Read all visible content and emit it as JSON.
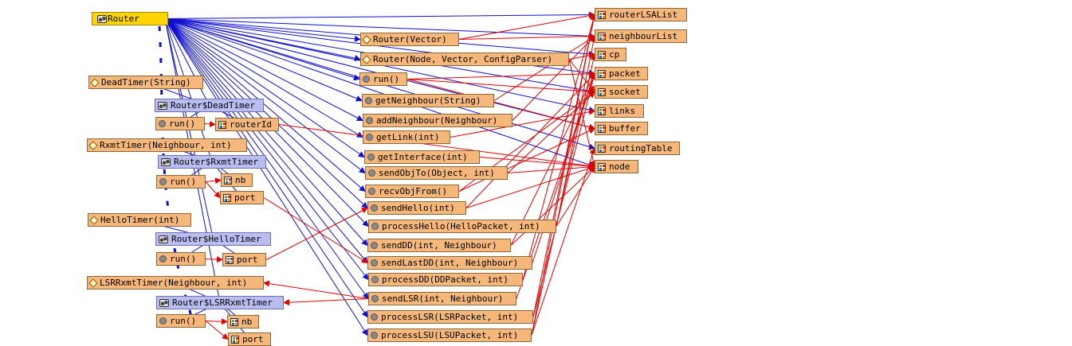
{
  "diagram": {
    "nodes": [
      {
        "id": "router",
        "kind": "class",
        "label": "Router",
        "style": "root"
      },
      {
        "id": "f_routerLSAList",
        "kind": "field",
        "label": "routerLSAList"
      },
      {
        "id": "f_neighbourList",
        "kind": "field",
        "label": "neighbourList"
      },
      {
        "id": "f_cp",
        "kind": "field",
        "label": "cp"
      },
      {
        "id": "f_packet",
        "kind": "field",
        "label": "packet"
      },
      {
        "id": "f_socket",
        "kind": "field",
        "label": "socket"
      },
      {
        "id": "f_links",
        "kind": "field",
        "label": "links"
      },
      {
        "id": "f_buffer",
        "kind": "field",
        "label": "buffer"
      },
      {
        "id": "f_routingTable",
        "kind": "field",
        "label": "routingTable"
      },
      {
        "id": "f_node",
        "kind": "field",
        "label": "node"
      },
      {
        "id": "c_router_vector",
        "kind": "ctor",
        "label": "Router(Vector)"
      },
      {
        "id": "c_router_full",
        "kind": "ctor",
        "label": "Router(Node, Vector, ConfigParser)"
      },
      {
        "id": "m_run",
        "kind": "method",
        "label": "run()"
      },
      {
        "id": "m_getNeighbour",
        "kind": "method",
        "label": "getNeighbour(String)"
      },
      {
        "id": "m_addNeighbour",
        "kind": "method",
        "label": "addNeighbour(Neighbour)"
      },
      {
        "id": "m_getLink",
        "kind": "method",
        "label": "getLink(int)"
      },
      {
        "id": "m_getInterface",
        "kind": "method",
        "label": "getInterface(int)"
      },
      {
        "id": "m_sendObjTo",
        "kind": "method",
        "label": "sendObjTo(Object, int)"
      },
      {
        "id": "m_recvObjFrom",
        "kind": "method",
        "label": "recvObjFrom()"
      },
      {
        "id": "m_sendHello",
        "kind": "method",
        "label": "sendHello(int)"
      },
      {
        "id": "m_processHello",
        "kind": "method",
        "label": "processHello(HelloPacket, int)"
      },
      {
        "id": "m_sendDD",
        "kind": "method",
        "label": "sendDD(int, Neighbour)"
      },
      {
        "id": "m_sendLastDD",
        "kind": "method",
        "label": "sendLastDD(int, Neighbour)"
      },
      {
        "id": "m_processDD",
        "kind": "method",
        "label": "processDD(DDPacket, int)"
      },
      {
        "id": "m_sendLSR",
        "kind": "method",
        "label": "sendLSR(int, Neighbour)"
      },
      {
        "id": "m_processLSR",
        "kind": "method",
        "label": "processLSR(LSRPacket, int)"
      },
      {
        "id": "m_processLSU",
        "kind": "method",
        "label": "processLSU(LSUPacket, int)"
      },
      {
        "id": "c_deadTimer",
        "kind": "ctor",
        "label": "DeadTimer(String)"
      },
      {
        "id": "ic_deadTimer",
        "kind": "class",
        "label": "Router$DeadTimer",
        "style": "inner"
      },
      {
        "id": "dt_run",
        "kind": "method",
        "label": "run()"
      },
      {
        "id": "dt_routerId",
        "kind": "field",
        "label": "routerId"
      },
      {
        "id": "c_rxmtTimer",
        "kind": "ctor",
        "label": "RxmtTimer(Neighbour, int)"
      },
      {
        "id": "ic_rxmtTimer",
        "kind": "class",
        "label": "Router$RxmtTimer",
        "style": "inner"
      },
      {
        "id": "rt_run",
        "kind": "method",
        "label": "run()"
      },
      {
        "id": "rt_nb",
        "kind": "field",
        "label": "nb"
      },
      {
        "id": "rt_port",
        "kind": "field",
        "label": "port"
      },
      {
        "id": "c_helloTimer",
        "kind": "ctor",
        "label": "HelloTimer(int)"
      },
      {
        "id": "ic_helloTimer",
        "kind": "class",
        "label": "Router$HelloTimer",
        "style": "inner"
      },
      {
        "id": "ht_run",
        "kind": "method",
        "label": "run()"
      },
      {
        "id": "ht_port",
        "kind": "field",
        "label": "port"
      },
      {
        "id": "c_lsrRxmtTimer",
        "kind": "ctor",
        "label": "LSRRxmtTimer(Neighbour, int)"
      },
      {
        "id": "ic_lsrRxmtTimer",
        "kind": "class",
        "label": "Router$LSRRxmtTimer",
        "style": "inner"
      },
      {
        "id": "lt_run",
        "kind": "method",
        "label": "run()"
      },
      {
        "id": "lt_nb",
        "kind": "field",
        "label": "nb"
      },
      {
        "id": "lt_port",
        "kind": "field",
        "label": "port"
      }
    ],
    "edges": {
      "colors": {
        "containment": "#1010d0",
        "reference": "#e00000"
      },
      "containment": [
        [
          "router",
          "f_routerLSAList"
        ],
        [
          "router",
          "f_neighbourList"
        ],
        [
          "router",
          "f_cp"
        ],
        [
          "router",
          "f_packet"
        ],
        [
          "router",
          "f_socket"
        ],
        [
          "router",
          "f_links"
        ],
        [
          "router",
          "f_buffer"
        ],
        [
          "router",
          "f_routingTable"
        ],
        [
          "router",
          "f_node"
        ],
        [
          "router",
          "c_router_vector"
        ],
        [
          "router",
          "c_router_full"
        ],
        [
          "router",
          "m_run"
        ],
        [
          "router",
          "m_getNeighbour"
        ],
        [
          "router",
          "m_addNeighbour"
        ],
        [
          "router",
          "m_getLink"
        ],
        [
          "router",
          "m_getInterface"
        ],
        [
          "router",
          "m_sendObjTo"
        ],
        [
          "router",
          "m_recvObjFrom"
        ],
        [
          "router",
          "m_sendHello"
        ],
        [
          "router",
          "m_processHello"
        ],
        [
          "router",
          "m_sendDD"
        ],
        [
          "router",
          "m_sendLastDD"
        ],
        [
          "router",
          "m_processDD"
        ],
        [
          "router",
          "m_sendLSR"
        ],
        [
          "router",
          "m_processLSR"
        ],
        [
          "router",
          "m_processLSU"
        ],
        [
          "router",
          "ic_deadTimer"
        ],
        [
          "router",
          "ic_rxmtTimer"
        ],
        [
          "router",
          "ic_helloTimer"
        ],
        [
          "router",
          "ic_lsrRxmtTimer"
        ],
        [
          "ic_deadTimer",
          "c_deadTimer"
        ],
        [
          "ic_deadTimer",
          "dt_run"
        ],
        [
          "ic_deadTimer",
          "dt_routerId"
        ],
        [
          "ic_rxmtTimer",
          "c_rxmtTimer"
        ],
        [
          "ic_rxmtTimer",
          "rt_run"
        ],
        [
          "ic_rxmtTimer",
          "rt_nb"
        ],
        [
          "ic_rxmtTimer",
          "rt_port"
        ],
        [
          "ic_helloTimer",
          "c_helloTimer"
        ],
        [
          "ic_helloTimer",
          "ht_run"
        ],
        [
          "ic_helloTimer",
          "ht_port"
        ],
        [
          "ic_lsrRxmtTimer",
          "c_lsrRxmtTimer"
        ],
        [
          "ic_lsrRxmtTimer",
          "lt_run"
        ],
        [
          "ic_lsrRxmtTimer",
          "lt_nb"
        ],
        [
          "ic_lsrRxmtTimer",
          "lt_port"
        ]
      ],
      "reference": [
        [
          "c_router_vector",
          "f_routerLSAList"
        ],
        [
          "c_router_vector",
          "f_neighbourList"
        ],
        [
          "c_router_full",
          "f_cp"
        ],
        [
          "c_router_full",
          "f_node"
        ],
        [
          "c_router_full",
          "f_socket"
        ],
        [
          "m_run",
          "f_packet"
        ],
        [
          "m_run",
          "f_socket"
        ],
        [
          "m_run",
          "f_buffer"
        ],
        [
          "m_getNeighbour",
          "f_neighbourList"
        ],
        [
          "m_addNeighbour",
          "f_neighbourList"
        ],
        [
          "m_getLink",
          "f_links"
        ],
        [
          "m_getInterface",
          "f_node"
        ],
        [
          "m_sendObjTo",
          "f_socket"
        ],
        [
          "m_sendObjTo",
          "f_node"
        ],
        [
          "m_recvObjFrom",
          "f_buffer"
        ],
        [
          "m_recvObjFrom",
          "f_socket"
        ],
        [
          "m_sendHello",
          "f_packet"
        ],
        [
          "m_sendHello",
          "f_node"
        ],
        [
          "m_processHello",
          "f_neighbourList"
        ],
        [
          "m_processHello",
          "f_node"
        ],
        [
          "m_sendDD",
          "f_packet"
        ],
        [
          "m_sendDD",
          "f_node"
        ],
        [
          "m_sendLastDD",
          "f_packet"
        ],
        [
          "m_processDD",
          "f_routerLSAList"
        ],
        [
          "m_sendLSR",
          "f_packet"
        ],
        [
          "m_processLSR",
          "f_routerLSAList"
        ],
        [
          "m_processLSR",
          "f_packet"
        ],
        [
          "m_processLSU",
          "f_routerLSAList"
        ],
        [
          "m_processLSU",
          "f_routingTable"
        ],
        [
          "m_processLSU",
          "f_cp"
        ],
        [
          "dt_routerId",
          "f_node"
        ],
        [
          "rt_port",
          "m_sendLastDD"
        ],
        [
          "ht_port",
          "m_sendHello"
        ],
        [
          "m_sendLSR",
          "c_lsrRxmtTimer"
        ],
        [
          "m_sendLSR",
          "ic_lsrRxmtTimer"
        ],
        [
          "dt_run",
          "dt_routerId"
        ],
        [
          "rt_run",
          "rt_nb"
        ],
        [
          "rt_run",
          "rt_port"
        ],
        [
          "ht_run",
          "ht_port"
        ],
        [
          "lt_run",
          "lt_nb"
        ],
        [
          "lt_run",
          "lt_port"
        ]
      ]
    }
  }
}
